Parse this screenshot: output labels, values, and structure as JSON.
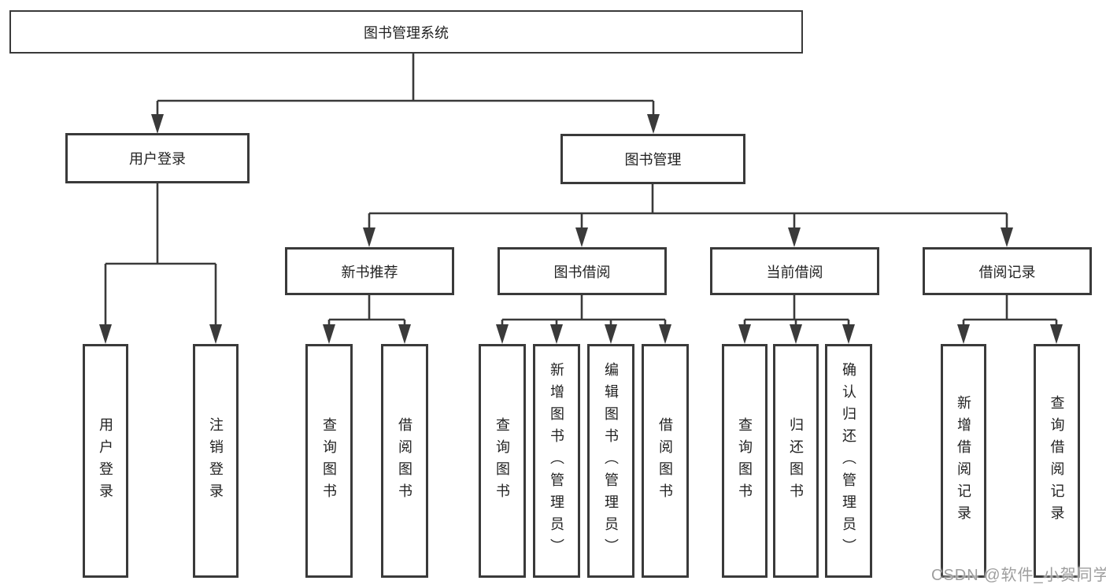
{
  "diagram": {
    "root": {
      "label": "图书管理系统"
    },
    "level2": [
      {
        "label": "用户登录"
      },
      {
        "label": "图书管理"
      }
    ],
    "level3": [
      {
        "label": "新书推荐"
      },
      {
        "label": "图书借阅"
      },
      {
        "label": "当前借阅"
      },
      {
        "label": "借阅记录"
      }
    ],
    "leaves": {
      "user_login": [
        {
          "label": "用户登录"
        },
        {
          "label": "注销登录"
        }
      ],
      "new_book_recommendation": [
        {
          "label": "查询图书"
        },
        {
          "label": "借阅图书"
        }
      ],
      "book_borrowing": [
        {
          "label": "查询图书"
        },
        {
          "label": "新增图书（管理员）"
        },
        {
          "label": "编辑图书（管理员）"
        },
        {
          "label": "借阅图书"
        }
      ],
      "current_borrowing": [
        {
          "label": "查询图书"
        },
        {
          "label": "归还图书"
        },
        {
          "label": "确认归还（管理员）"
        }
      ],
      "borrowing_records": [
        {
          "label": "新增借阅记录"
        },
        {
          "label": "查询借阅记录"
        }
      ]
    }
  },
  "watermark": {
    "text": "CSDN @软件_小贺同学"
  },
  "colors": {
    "line": "#3a3a3a",
    "text": "#222222",
    "background": "#ffffff",
    "watermark": "#9e9e9e"
  }
}
